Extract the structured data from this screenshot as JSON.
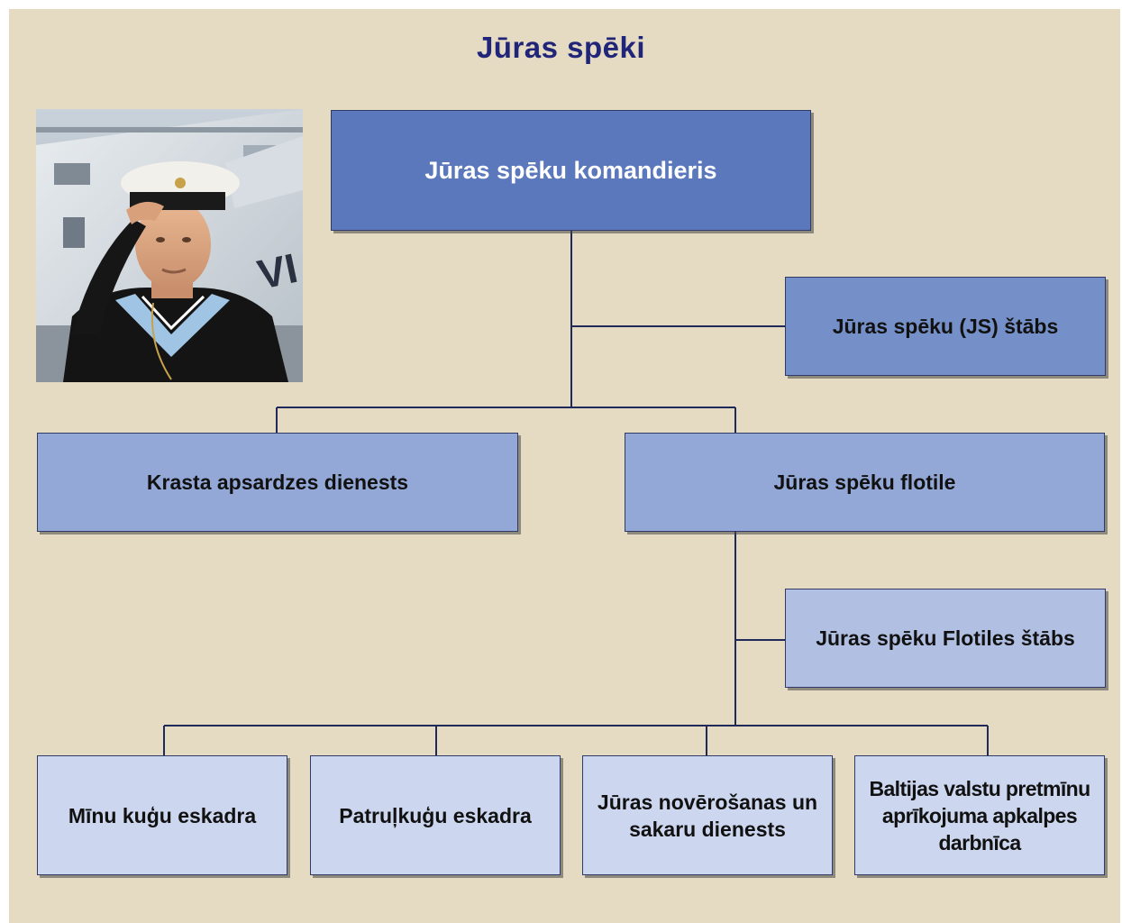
{
  "page": {
    "title": "Jūras spēki"
  },
  "colors": {
    "background": "#e4dbc2",
    "title": "#20257a",
    "line": "#1f2a5a",
    "level1": "#5a78bb",
    "level2": "#7590c8",
    "level3": "#93a8d7",
    "level4": "#b1c0e2",
    "level5": "#ccd6ee"
  },
  "photo": {
    "subject": "saluting-sailor-photo"
  },
  "nodes": {
    "commander": "Jūras spēku komandieris",
    "hq": "Jūras spēku (JS) štābs",
    "coast_guard": "Krasta apsardzes dienests",
    "flotilla": "Jūras spēku flotile",
    "flotilla_hq": "Jūras spēku Flotiles štābs",
    "mine_squadron": "Mīnu kuģu eskadra",
    "patrol_squadron": "Patruļkuģu eskadra",
    "surveillance": "Jūras novērošanas un sakaru dienests",
    "baltic_workshop": "Baltijas valstu pretmīnu aprīkojuma apkalpes darbnīca"
  }
}
